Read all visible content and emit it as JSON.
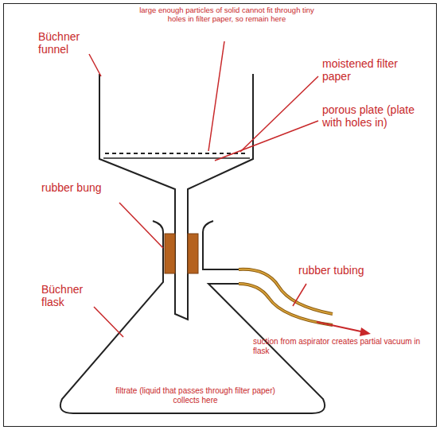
{
  "diagram": {
    "labels": [
      "large enough particles of solid cannot fit through tiny holes in filter paper, so remain here",
      "Büchner funnel",
      "moistened filter paper",
      "porous plate (plate with holes in)",
      "rubber bung",
      "Büchner flask",
      "rubber tubing",
      "suction from aspirator creates partial vacuum in flask",
      "filtrate (liquid that passes through filter paper) collects here"
    ]
  }
}
